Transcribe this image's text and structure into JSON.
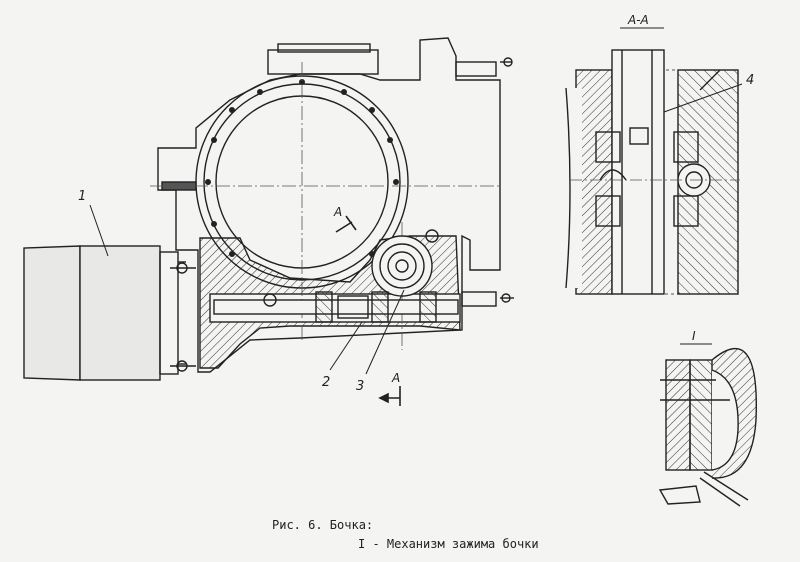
{
  "figure": {
    "caption_line1": "Рис. 6. Бочка:",
    "caption_line2": "I - Механизм зажима бочки"
  },
  "labels": {
    "part_1": "1",
    "part_2": "2",
    "part_3": "3",
    "part_4": "4",
    "section_mark_top": "A",
    "section_mark_bottom": "A",
    "section_title": "A-A",
    "detail_title": "I"
  }
}
